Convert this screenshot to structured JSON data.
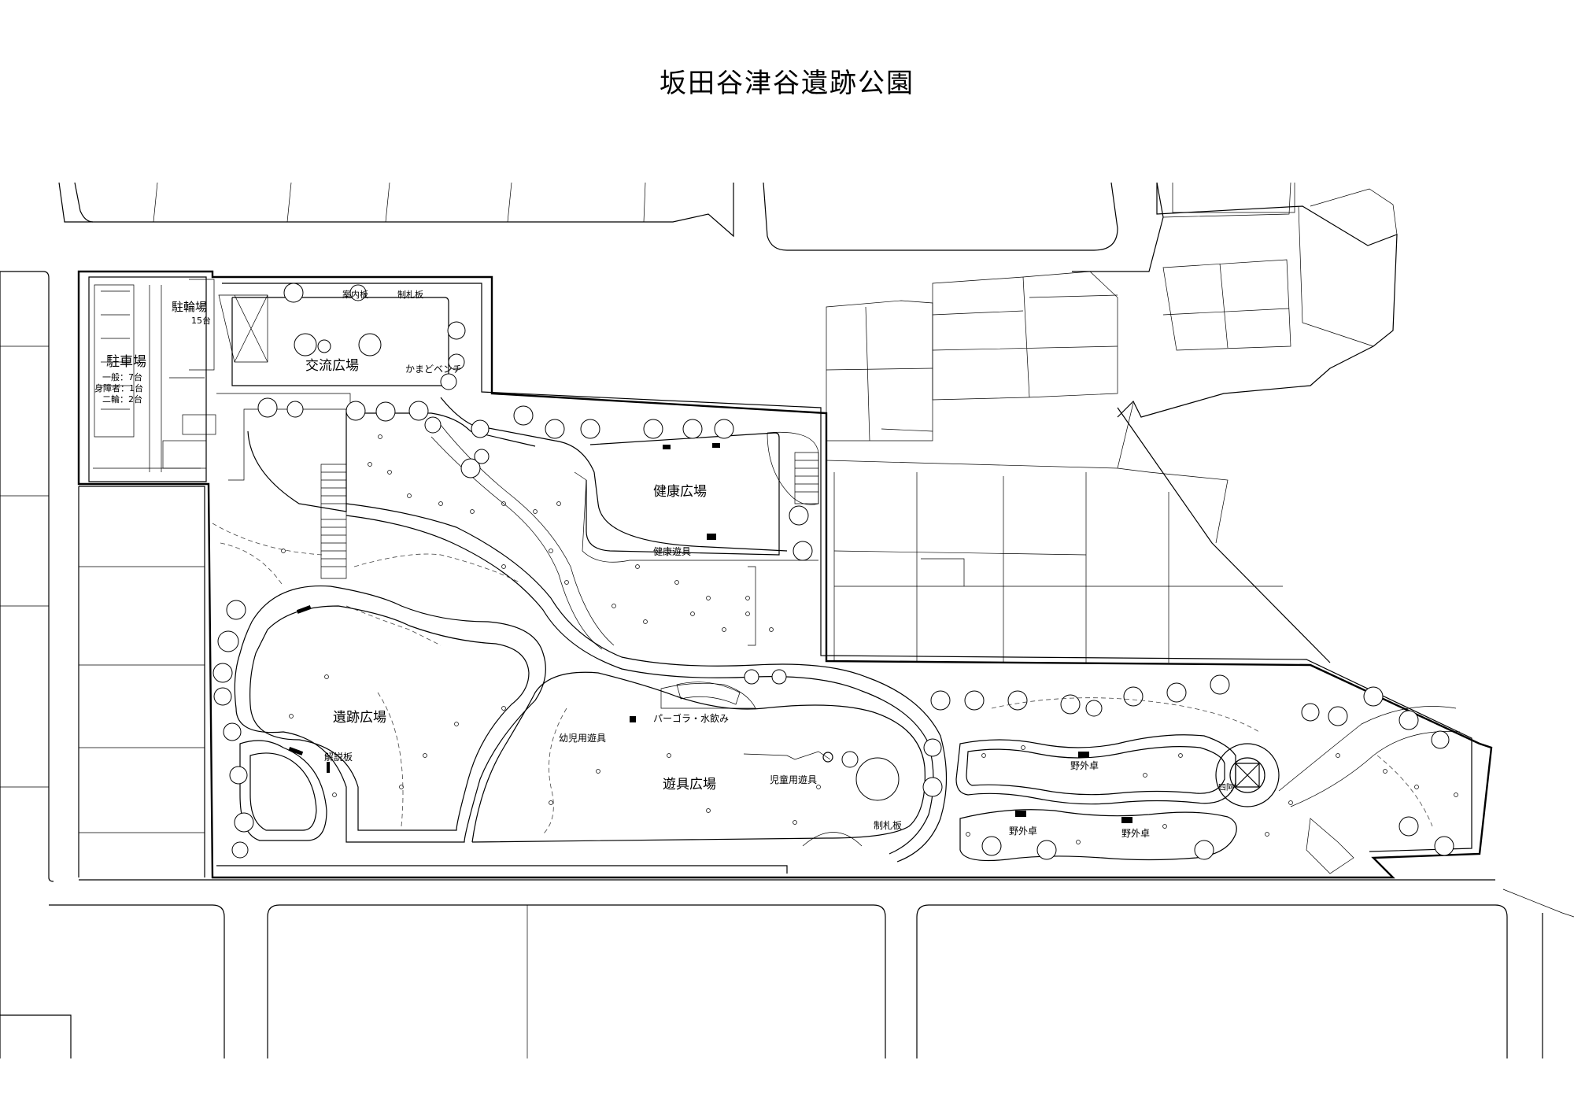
{
  "title": "坂田谷津谷遺跡公園",
  "labels": {
    "parking": "駐車場",
    "parking_general": "一般：7台",
    "parking_disabled": "身障者：1台",
    "parking_bike": "二輪：2台",
    "bicycle_parking": "駐輪場",
    "bicycle_count": "15台",
    "info_board": "案内板",
    "sign_board_top": "制札板",
    "exchange_plaza": "交流広場",
    "kamado_bench": "かまどベンチ",
    "health_plaza": "健康広場",
    "health_equipment": "健康遊具",
    "ruins_plaza": "遺跡広場",
    "explanation_board": "解説板",
    "pergola": "パーゴラ・水飲み",
    "infant_play": "幼児用遊具",
    "play_plaza": "遊具広場",
    "child_play": "児童用遊具",
    "sign_board_bottom": "制札板",
    "picnic_table_1": "野外卓",
    "picnic_table_2": "野外卓",
    "picnic_table_3": "野外卓",
    "gazebo": "四阿"
  },
  "colors": {
    "line": "#000000",
    "background": "#ffffff"
  }
}
